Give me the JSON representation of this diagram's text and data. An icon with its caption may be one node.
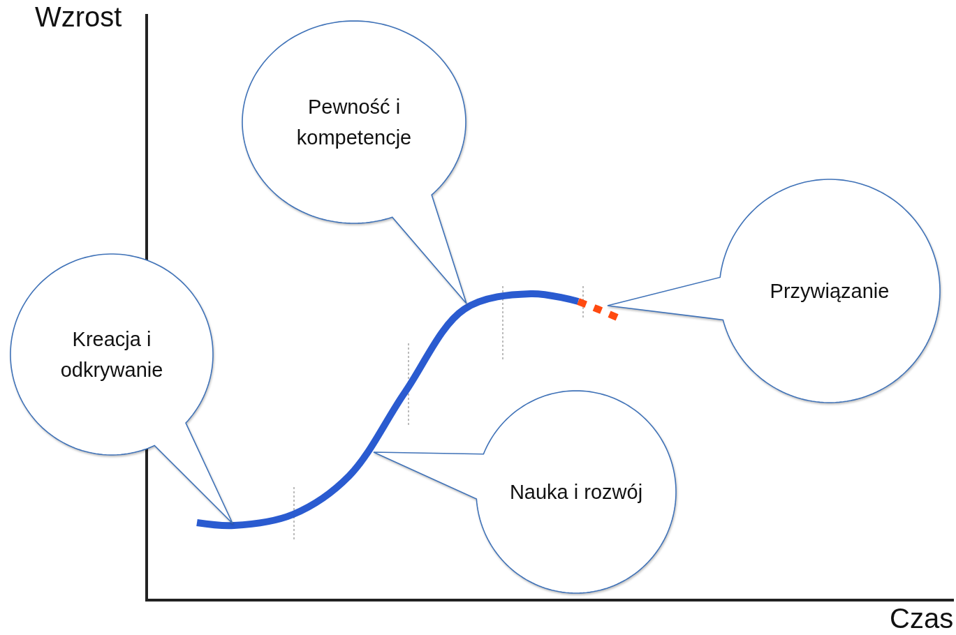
{
  "diagram": {
    "nodes": [
      {
        "text": [
          "Kreacja i odkrywanie"
        ]
      },
      {
        "text": [
          "Pewność i kompetencje"
        ]
      },
      {
        "text": [
          "Przywiązanie"
        ]
      },
      {
        "text": [
          "Nauka i rozwój"
        ]
      }
    ],
    "labels": [
      "Wzrost",
      "Czas"
    ]
  }
}
